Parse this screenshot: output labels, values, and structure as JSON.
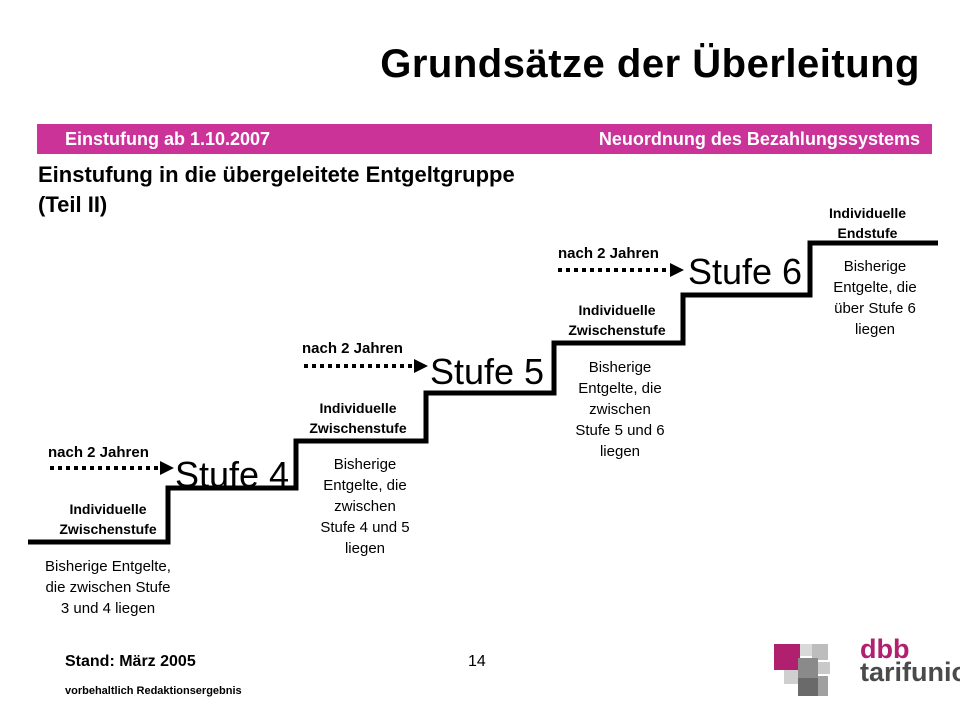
{
  "title": "Grundsätze der Überleitung",
  "banner": {
    "left": "Einstufung ab 1.10.2007",
    "right": "Neuordnung des Bezahlungssystems"
  },
  "subtitle": {
    "line1": "Einstufung in die übergeleitete Entgeltgruppe",
    "line2": "(Teil II)"
  },
  "steps": [
    {
      "zwischen_l1": "Individuelle",
      "zwischen_l2": "Zwischenstufe",
      "nach": "nach 2 Jahren",
      "stufe": "Stufe 4",
      "desc_l1": "Bisherige Entgelte,",
      "desc_l2": "die zwischen Stufe",
      "desc_l3": "3 und 4 liegen"
    },
    {
      "zwischen_l1": "Individuelle",
      "zwischen_l2": "Zwischenstufe",
      "nach": "nach 2 Jahren",
      "stufe": "Stufe 5",
      "desc_l1": "Bisherige",
      "desc_l2": "Entgelte, die",
      "desc_l3": "zwischen",
      "desc_l4": "Stufe 4 und 5",
      "desc_l5": "liegen"
    },
    {
      "zwischen_l1": "Individuelle",
      "zwischen_l2": "Zwischenstufe",
      "nach": "nach 2 Jahren",
      "stufe": "Stufe 6",
      "desc_l1": "Bisherige",
      "desc_l2": "Entgelte, die",
      "desc_l3": "zwischen",
      "desc_l4": "Stufe 5 und 6",
      "desc_l5": "liegen"
    },
    {
      "end_l1": "Individuelle",
      "end_l2": "Endstufe",
      "desc_l1": "Bisherige",
      "desc_l2": "Entgelte, die",
      "desc_l3": "über Stufe 6",
      "desc_l4": "liegen"
    }
  ],
  "footer": {
    "stand": "Stand: März 2005",
    "page": "14",
    "note": "vorbehaltlich Redaktionsergebnis"
  },
  "logo": {
    "line1": "dbb",
    "line2": "tarifunion"
  },
  "colors": {
    "accent": "#cc3399",
    "stairs": "#000000",
    "logo_magenta": "#b0206e",
    "logo_gray": "#4a4a4a"
  }
}
